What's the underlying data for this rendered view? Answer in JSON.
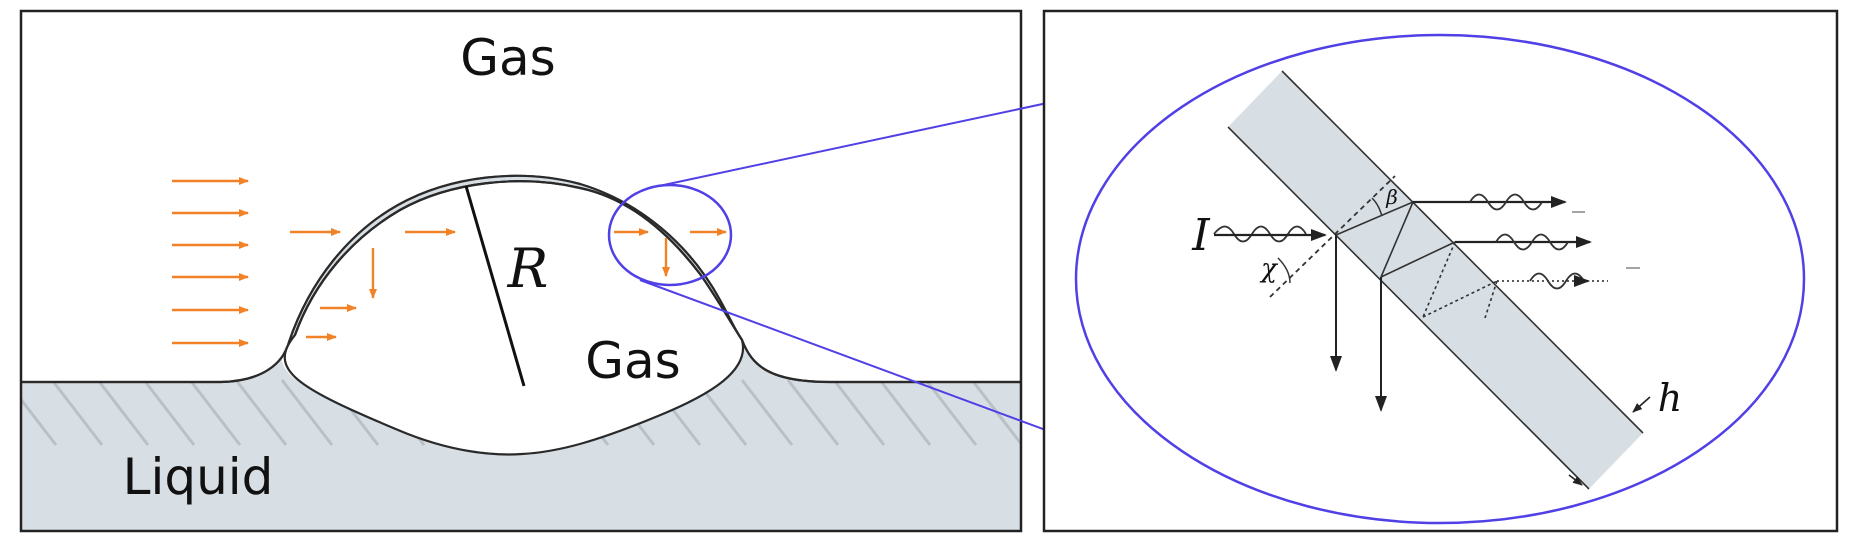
{
  "labels": {
    "gas_top": "Gas",
    "gas_inside": "Gas",
    "liquid": "Liquid",
    "radius": "R",
    "intensity": "I",
    "angle_chi": "χ",
    "angle_beta": "β",
    "thickness": "h"
  },
  "colors": {
    "liquid_fill": "#d8dfe4",
    "film_fill": "#d8dfe4",
    "hatch": "#b9c1c7",
    "flow_arrow": "#f28228",
    "zoom_ellipse": "#5040e6",
    "frame": "#222222"
  }
}
